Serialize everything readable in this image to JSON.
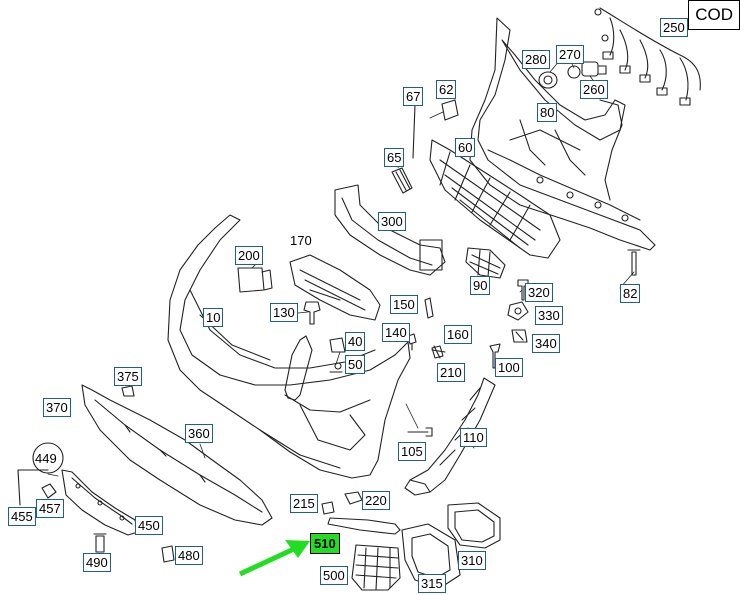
{
  "code_label": "COD",
  "callouts": {
    "c250": "250",
    "c280": "280",
    "c270": "270",
    "c260": "260",
    "c80": "80",
    "c67": "67",
    "c62": "62",
    "c65": "65",
    "c60": "60",
    "c300": "300",
    "c170": "170",
    "c200": "200",
    "c90": "90",
    "c320": "320",
    "c82": "82",
    "c330": "330",
    "c150": "150",
    "c130": "130",
    "c10": "10",
    "c160": "160",
    "c140": "140",
    "c40": "40",
    "c340": "340",
    "c50": "50",
    "c100": "100",
    "c210": "210",
    "c375": "375",
    "c370": "370",
    "c360": "360",
    "c110": "110",
    "c105": "105",
    "c449": "449",
    "c215": "215",
    "c220": "220",
    "c455": "455",
    "c457": "457",
    "c450": "450",
    "c310": "310",
    "c510": "510",
    "c490": "490",
    "c480": "480",
    "c500": "500",
    "c315": "315"
  },
  "colors": {
    "highlight": "#22dd22",
    "arrow": "#22dd22",
    "frame": "#1f5f8b"
  }
}
